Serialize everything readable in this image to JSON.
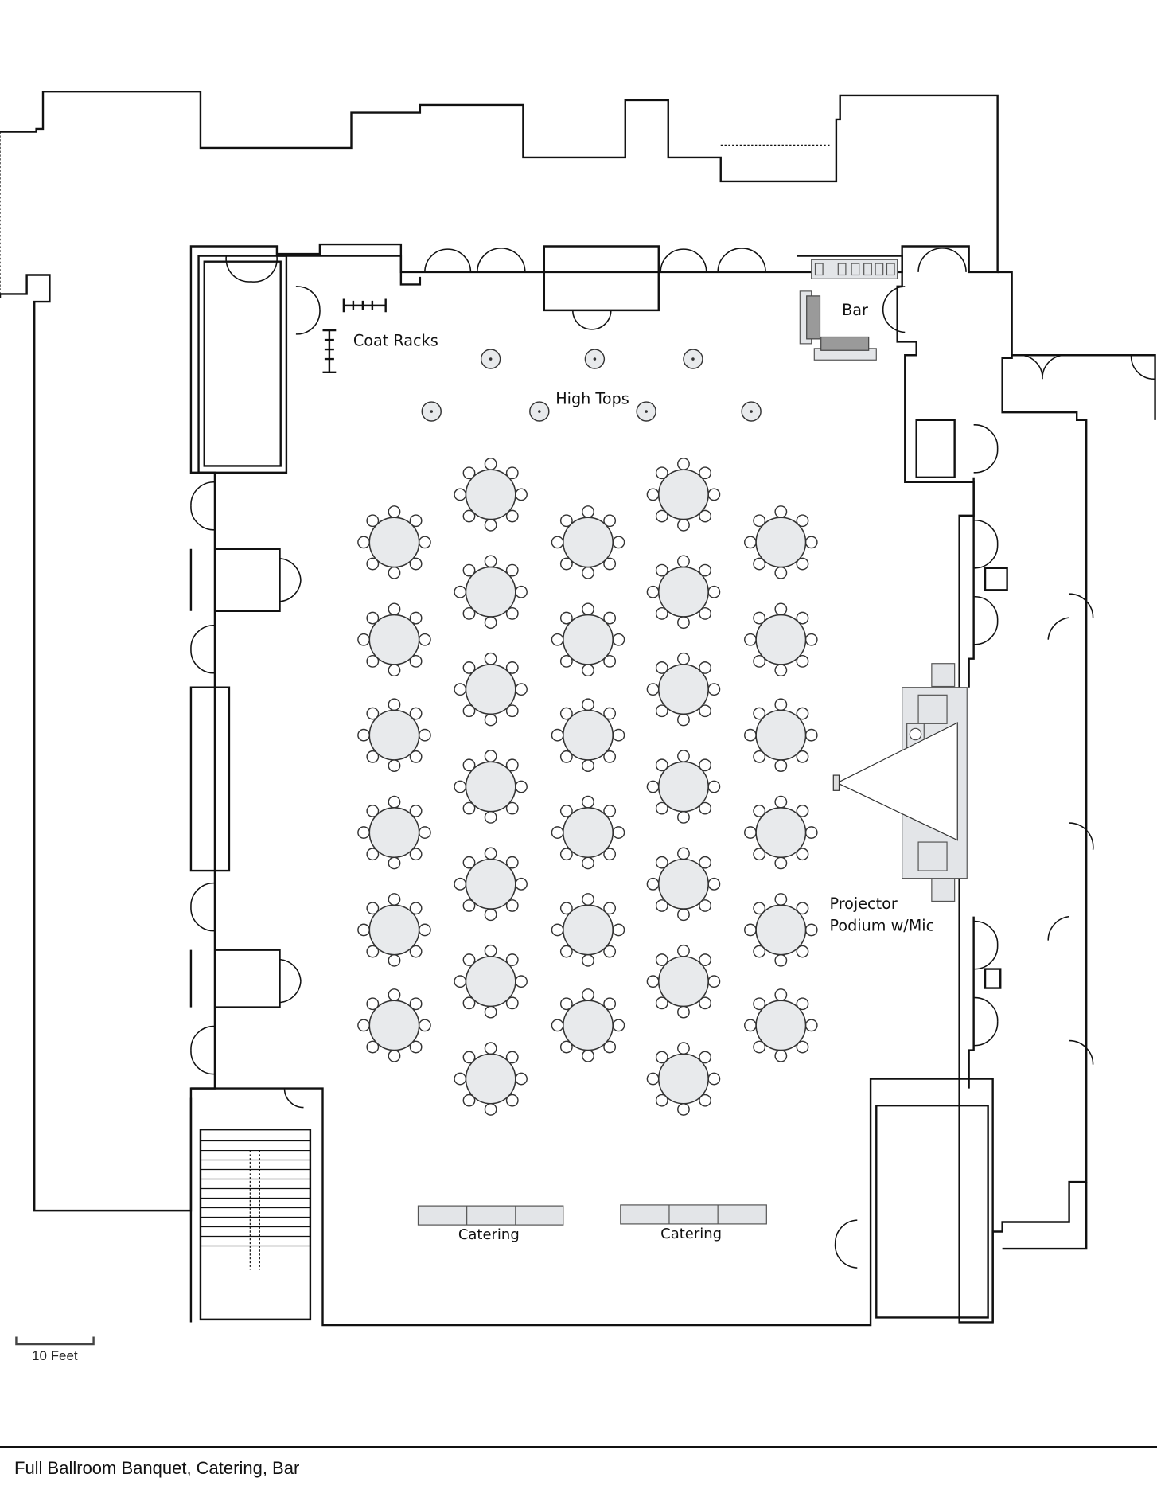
{
  "labels": {
    "coat_racks": "Coat Racks",
    "high_tops": "High Tops",
    "bar": "Bar",
    "projector": "Projector",
    "podium": "Podium w/Mic",
    "catering_left": "Catering",
    "catering_right": "Catering"
  },
  "scale": {
    "label": "10 Feet"
  },
  "footer": {
    "title": "Full Ballroom Banquet, Catering, Bar"
  }
}
